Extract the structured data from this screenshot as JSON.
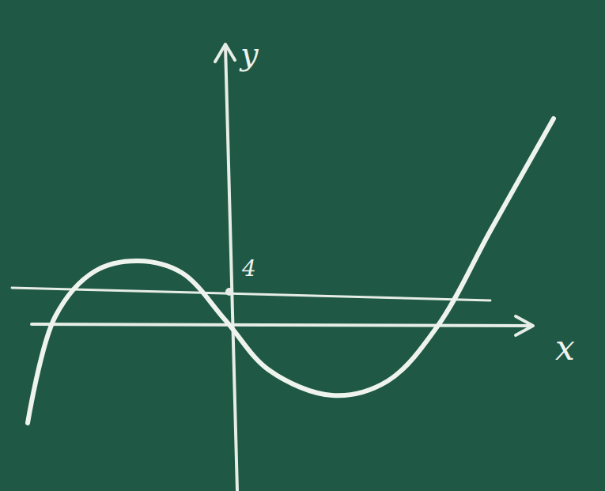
{
  "diagram": {
    "labels": [
      "y",
      "4",
      "x"
    ]
  }
}
